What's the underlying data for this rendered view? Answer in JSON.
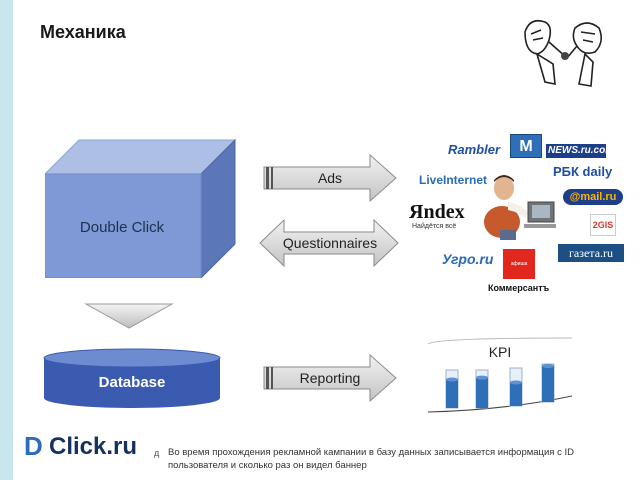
{
  "slide": {
    "title": "Механика"
  },
  "diagram": {
    "source_box": "Double Click",
    "database": "Database",
    "arrows": {
      "ads": "Ads",
      "questionnaires": "Questionnaires",
      "reporting": "Reporting"
    },
    "kpi_label": "KPI",
    "kpi_values": [
      0.75,
      0.8,
      0.62,
      0.95
    ]
  },
  "logos": {
    "rambler": "Rambler",
    "mail_m": "M",
    "newsru": "NEWS.ru.com",
    "rbk": "РБК daily",
    "liveinternet": "LiveInternet",
    "mailru": "@mail.ru",
    "yandex": "Яndex",
    "yandex_sub": "Найдётся всё",
    "gis": "2GIS",
    "gazeta": "газета.ru",
    "ugro": "Угро.ru",
    "afisha": "афиша",
    "kommersant": "Коммерсантъ"
  },
  "footer": {
    "brand_prefix": "D",
    "brand_name": "Click.ru",
    "footnote_mark": "д",
    "footnote": "Во время прохождения рекламной кампании в базу данных записывается информация с ID пользователя и сколько раз он видел баннер"
  },
  "colors": {
    "cube_front": "#7e99d6",
    "cube_top": "#aebfe6",
    "cube_side": "#5c77b8",
    "database": "#3a5bb0",
    "arrow_fill": "#d9d9d9",
    "kpi_bar": "#2f6fb7"
  }
}
